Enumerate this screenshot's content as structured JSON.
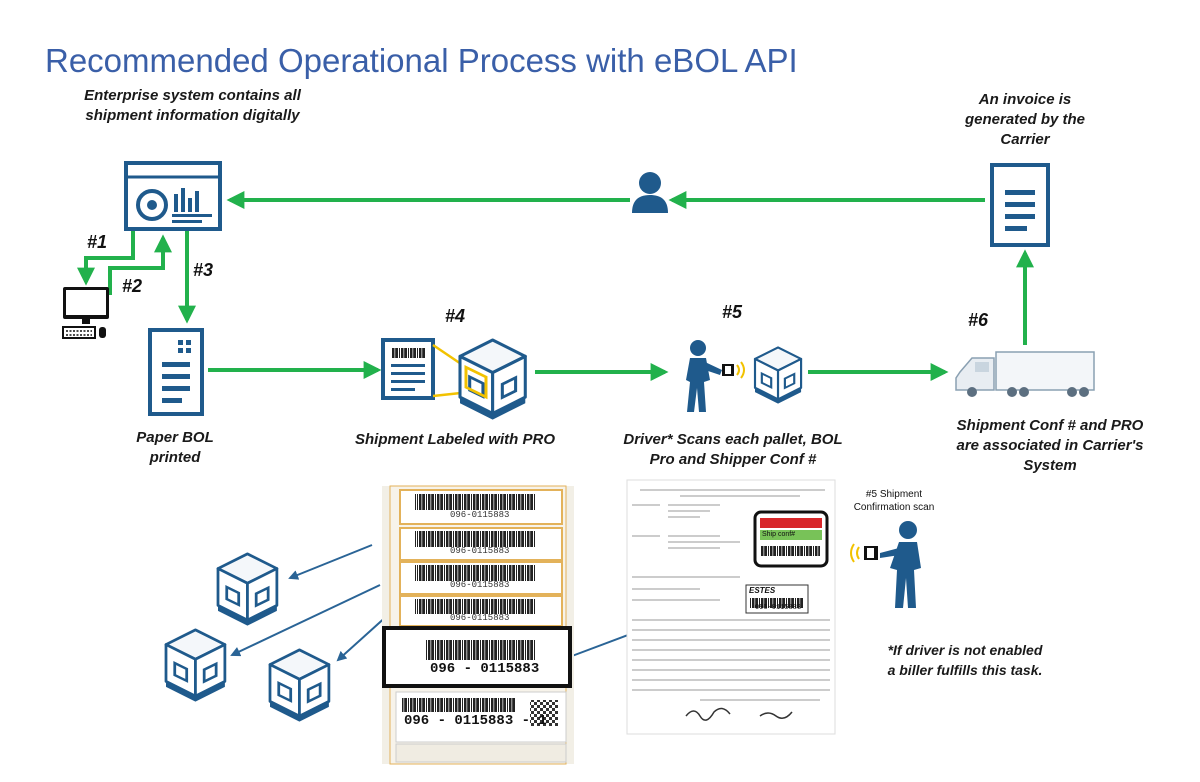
{
  "title": "Recommended Operational Process with eBOL API",
  "captions": {
    "enterprise": [
      "Enterprise system contains all",
      "shipment information digitally"
    ],
    "invoice": [
      "An invoice is",
      "generated by the",
      "Carrier"
    ],
    "paper_bol": [
      "Paper BOL",
      "printed"
    ],
    "labeled": [
      "Shipment Labeled with PRO"
    ],
    "driver_scan": [
      "Driver* Scans each pallet, BOL",
      "Pro and Shipper Conf #"
    ],
    "associated": [
      "Shipment Conf # and PRO",
      "are associated in Carrier's",
      "System"
    ],
    "footnote": [
      "*If driver is not enabled",
      "a biller fulfills this task."
    ],
    "confirmation_scan": [
      "#5 Shipment",
      "Confirmation scan"
    ]
  },
  "steps": {
    "s1": "#1",
    "s2": "#2",
    "s3": "#3",
    "s4": "#4",
    "s5": "#5",
    "s6": "#6"
  },
  "labels_sheet": {
    "barcode_number": "096-0115883",
    "big_barcode_number": "096 - 0115883",
    "bottom_barcode_number": "096 - 0115883 - 1"
  },
  "bol_doc": {
    "ship_conf_label": "Ship conf#",
    "estes_label": "ESTES",
    "pro_number": "096-0115883"
  },
  "icons": [
    "enterprise-dashboard-icon",
    "user-icon",
    "invoice-document-icon",
    "desktop-computer-icon",
    "paper-bol-icon",
    "barcode-label-icon",
    "labeled-pallet-icon",
    "driver-scanning-icon",
    "scanned-pallet-icon",
    "truck-icon",
    "pallet-box-icon",
    "scanner-person-icon"
  ],
  "colors": {
    "title": "#3a5fa8",
    "icon_blue": "#1f5a8c",
    "arrow_green": "#22b14c",
    "pallet_yellow": "#f2c200",
    "connector_blue": "#2a6496"
  }
}
